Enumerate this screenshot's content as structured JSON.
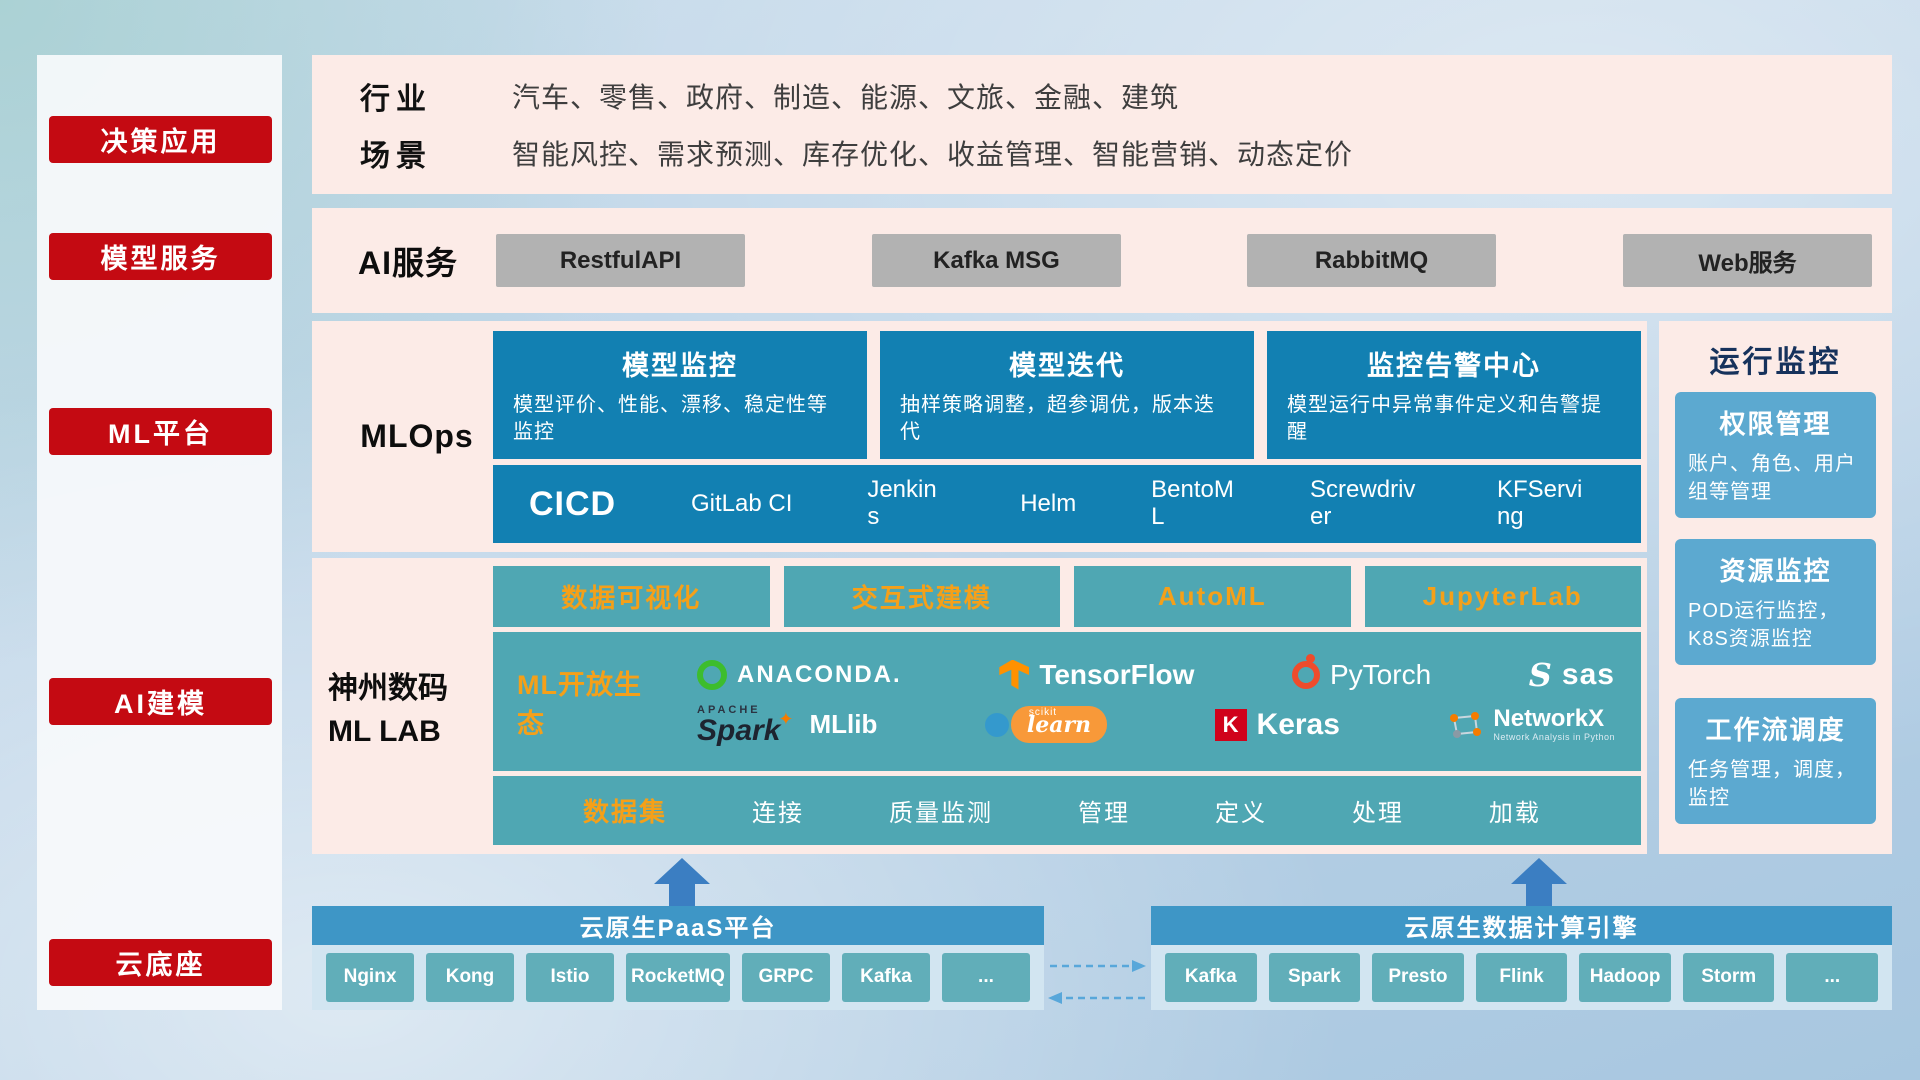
{
  "sidebar": {
    "items": [
      {
        "label": "决策应用"
      },
      {
        "label": "模型服务"
      },
      {
        "label": "ML平台"
      },
      {
        "label": "AI建模"
      },
      {
        "label": "云底座"
      }
    ]
  },
  "industry": {
    "row1_label": "行业",
    "row1_value": "汽车、零售、政府、制造、能源、文旅、金融、建筑",
    "row2_label": "场景",
    "row2_value": "智能风控、需求预测、库存优化、收益管理、智能营销、动态定价"
  },
  "ai_service": {
    "label": "AI服务",
    "items": [
      {
        "label": "RestfulAPI"
      },
      {
        "label": "Kafka MSG"
      },
      {
        "label": "RabbitMQ"
      },
      {
        "label": "Web服务"
      }
    ]
  },
  "mlops": {
    "label": "MLOps",
    "cards": [
      {
        "title": "模型监控",
        "desc": "模型评价、性能、漂移、稳定性等监控"
      },
      {
        "title": "模型迭代",
        "desc": "抽样策略调整，超参调优，版本迭代"
      },
      {
        "title": "监控告警中心",
        "desc": "模型运行中异常事件定义和告警提醒"
      }
    ],
    "cicd_label": "CICD",
    "cicd_items": [
      {
        "label": "GitLab CI"
      },
      {
        "label": "Jenkins"
      },
      {
        "label": "Helm"
      },
      {
        "label": "BentoML"
      },
      {
        "label": "Screwdriver"
      },
      {
        "label": "KFServing"
      }
    ]
  },
  "mllab": {
    "label_line1": "神州数码",
    "label_line2": "ML LAB",
    "tools": [
      {
        "label": "数据可视化"
      },
      {
        "label": "交互式建模"
      },
      {
        "label": "AutoML"
      },
      {
        "label": "JupyterLab"
      }
    ],
    "ecosystem": {
      "label": "ML开放生态",
      "logos_row1": [
        {
          "name": "anaconda",
          "label": "ANACONDA."
        },
        {
          "name": "tensorflow",
          "label": "TensorFlow"
        },
        {
          "name": "pytorch",
          "label": "PyTorch"
        },
        {
          "name": "sas",
          "icon_text": "S",
          "label": "sas"
        }
      ],
      "logos_row2": [
        {
          "name": "apache-spark-mllib",
          "super": "APACHE",
          "label": "Spark",
          "star": "✦",
          "label2": "MLlib"
        },
        {
          "name": "scikit-learn",
          "super": "scikit",
          "label": "learn"
        },
        {
          "name": "keras",
          "icon_text": "K",
          "label": "Keras"
        },
        {
          "name": "networkx",
          "label": "NetworkX",
          "sub": "Network Analysis in Python"
        }
      ]
    },
    "dataset": {
      "label": "数据集",
      "items": [
        {
          "label": "连接"
        },
        {
          "label": "质量监测"
        },
        {
          "label": "管理"
        },
        {
          "label": "定义"
        },
        {
          "label": "处理"
        },
        {
          "label": "加载"
        }
      ]
    }
  },
  "monitor": {
    "title": "运行监控",
    "cards": [
      {
        "title": "权限管理",
        "desc": "账户、角色、用户组等管理"
      },
      {
        "title": "资源监控",
        "desc": "POD运行监控，K8S资源监控"
      },
      {
        "title": "工作流调度",
        "desc": "任务管理，调度，监控"
      }
    ]
  },
  "cloud": {
    "paas": {
      "title": "云原生PaaS平台",
      "items": [
        {
          "label": "Nginx"
        },
        {
          "label": "Kong"
        },
        {
          "label": "Istio"
        },
        {
          "label": "RocketMQ"
        },
        {
          "label": "GRPC"
        },
        {
          "label": "Kafka"
        },
        {
          "label": "..."
        }
      ]
    },
    "engine": {
      "title": "云原生数据计算引擎",
      "items": [
        {
          "label": "Kafka"
        },
        {
          "label": "Spark"
        },
        {
          "label": "Presto"
        },
        {
          "label": "Flink"
        },
        {
          "label": "Hadoop"
        },
        {
          "label": "Storm"
        },
        {
          "label": "..."
        }
      ]
    }
  },
  "colors": {
    "accent_red": "#c40a12",
    "panel_pink": "#fcebe7",
    "card_blue": "#1280b2",
    "teal": "#4fa7b3",
    "orange": "#f5a019",
    "monitor_card_blue": "#5ca9d0",
    "bottom_header_blue": "#3e96c6",
    "chip_teal": "#61aeb9",
    "gray_button": "#b2b2b2",
    "arrow_blue": "#3b7ec2"
  }
}
